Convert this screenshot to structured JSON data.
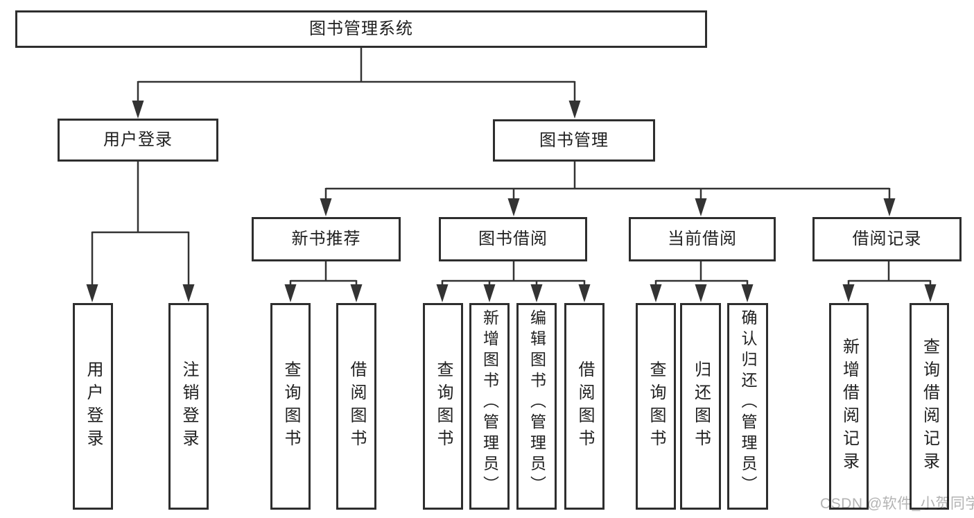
{
  "colors": {
    "background": "#ffffff",
    "line": "#333333",
    "box_border": "#2e2e2e",
    "box_fill": "#ffffff",
    "label_text": "#1f1f1f",
    "watermark": "#b3b3b3"
  },
  "watermark": {
    "text": "CSDN @软件_小贺同学"
  },
  "tree": {
    "label": "图书管理系统",
    "children": [
      {
        "label": "用户登录",
        "children": [
          {
            "label": "用户登录"
          },
          {
            "label": "注销登录"
          }
        ]
      },
      {
        "label": "图书管理",
        "children": [
          {
            "label": "新书推荐",
            "children": [
              {
                "label": "查询图书"
              },
              {
                "label": "借阅图书"
              }
            ]
          },
          {
            "label": "图书借阅",
            "children": [
              {
                "label": "查询图书"
              },
              {
                "label": "新增图书（管理员）"
              },
              {
                "label": "编辑图书（管理员）"
              },
              {
                "label": "借阅图书"
              }
            ]
          },
          {
            "label": "当前借阅",
            "children": [
              {
                "label": "查询图书"
              },
              {
                "label": "归还图书"
              },
              {
                "label": "确认归还（管理员）"
              }
            ]
          },
          {
            "label": "借阅记录",
            "children": [
              {
                "label": "新增借阅记录"
              },
              {
                "label": "查询借阅记录"
              }
            ]
          }
        ]
      }
    ]
  }
}
